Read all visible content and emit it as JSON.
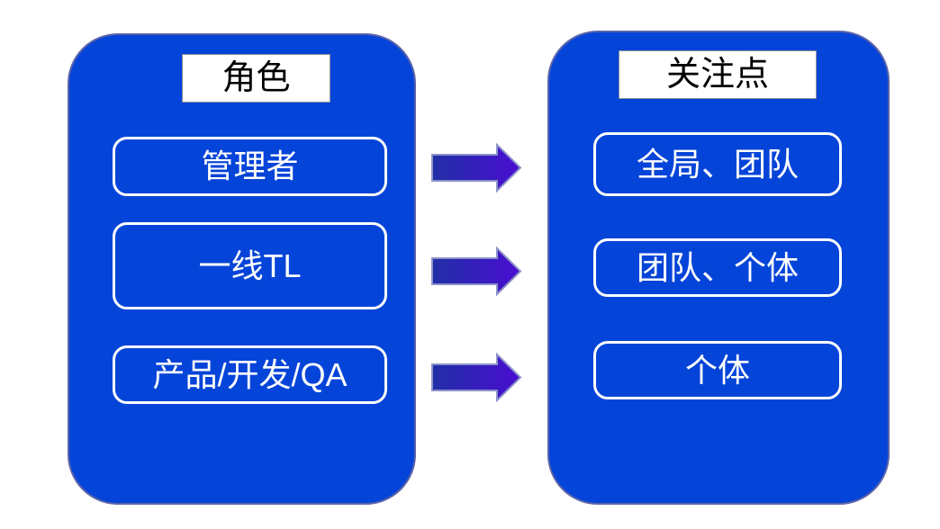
{
  "diagram": {
    "left_panel": {
      "title": "角色",
      "items": [
        {
          "label": "管理者"
        },
        {
          "label": "一线TL"
        },
        {
          "label": "产品/开发/QA"
        }
      ]
    },
    "right_panel": {
      "title": "关注点",
      "items": [
        {
          "label": "全局、团队"
        },
        {
          "label": "团队、个体"
        },
        {
          "label": "个体"
        }
      ]
    },
    "mappings": [
      {
        "from": "管理者",
        "to": "全局、团队"
      },
      {
        "from": "一线TL",
        "to": "团队、个体"
      },
      {
        "from": "产品/开发/QA",
        "to": "个体"
      }
    ],
    "colors": {
      "panel_blue": "#0544D8",
      "panel_border": "#5B64A8",
      "arrow_gradient_start": "#202FA6",
      "arrow_gradient_end": "#4A0DD2",
      "arrow_border": "#8A92C8",
      "title_bg": "#ffffff",
      "title_text": "#000000",
      "box_text": "#ffffff",
      "box_border": "#ffffff",
      "background": "#ffffff"
    }
  }
}
